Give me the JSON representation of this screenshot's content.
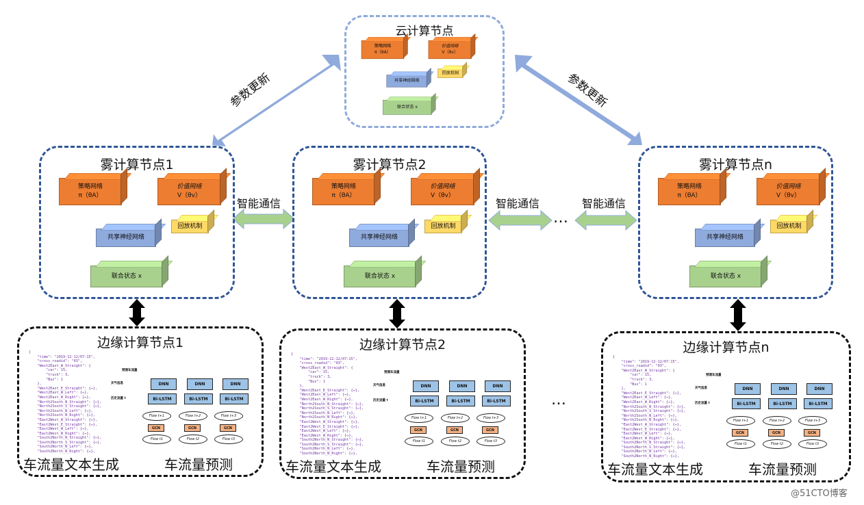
{
  "cloud": {
    "title": "云计算节点"
  },
  "fog_nodes": [
    {
      "title": "雾计算节点1"
    },
    {
      "title": "雾计算节点2"
    },
    {
      "title": "雾计算节点n"
    }
  ],
  "network": {
    "policy_line1": "策略网络",
    "policy_line2": "π（θA）",
    "value_line1": "价值网络",
    "value_line2": "V（θv）",
    "replay": "回放机制",
    "shared": "共享神经网络",
    "joint_state": "联合状态 x"
  },
  "edge_nodes": [
    {
      "title": "边缘计算节点1"
    },
    {
      "title": "边缘计算节点2"
    },
    {
      "title": "边缘计算节点n"
    }
  ],
  "edge": {
    "text_gen_label": "车流量文本生成",
    "predict_label": "车流量预测",
    "code_lines": [
      "{",
      "    \"time\": \"2019-12-12/07:15\",",
      "    \"cross_roadid\": \"03\",",
      "    \"West2East_W_Straight\": {",
      "        \"car\": 15,",
      "        \"truck\": 3,",
      "        \"Bus\": 1",
      "    },",
      "    \"West2East_E_Straight\": {↔},",
      "    \"West2East_W_Left\": {↔},",
      "    \"West2East_W_Right\": {↔},",
      "    \"North2South_N_Straight\": {↔},",
      "    \"North2South_S_Straight\": {↔},",
      "    \"North2South_N_Left\": {↔},",
      "    \"North2South_N_Right\": {↔},",
      "    \"East2West_W_Straight\": {↔},",
      "    \"East2West_E_Straight\": {↔},",
      "    \"East2West_W_Left\": {↔},",
      "    \"East2West_W_Right\": {↔},",
      "    \"South2North_N_Straight\": {↔},",
      "    \"South2North_S_Straight\": {↔},",
      "    \"South2North_N_Left\": {↔},",
      "    \"South2North_N_Right\": {↔},"
    ],
    "dnn": "DNN",
    "bilstm": "Bi-LSTM",
    "gcn": "GCN",
    "flow_out": [
      "Flow t+1",
      "Flow t+2",
      "Flow t+3"
    ],
    "flow_in": [
      "Flow t1",
      "Flow t2",
      "Flow t3"
    ],
    "diagram_labels": [
      "预测车流量",
      "天气信息",
      "历史流量 t"
    ]
  },
  "arrows": {
    "param_update": "参数更新",
    "smart_comm": "智能通信",
    "ellipsis": "…"
  },
  "watermark": "@51CTO博客",
  "colors": {
    "cloud_border": "#8eaadb",
    "fog_border": "#2f5597",
    "edge_border": "#111111",
    "param_arrow": "#8faadc",
    "comm_arrow": "#a9d18e"
  }
}
